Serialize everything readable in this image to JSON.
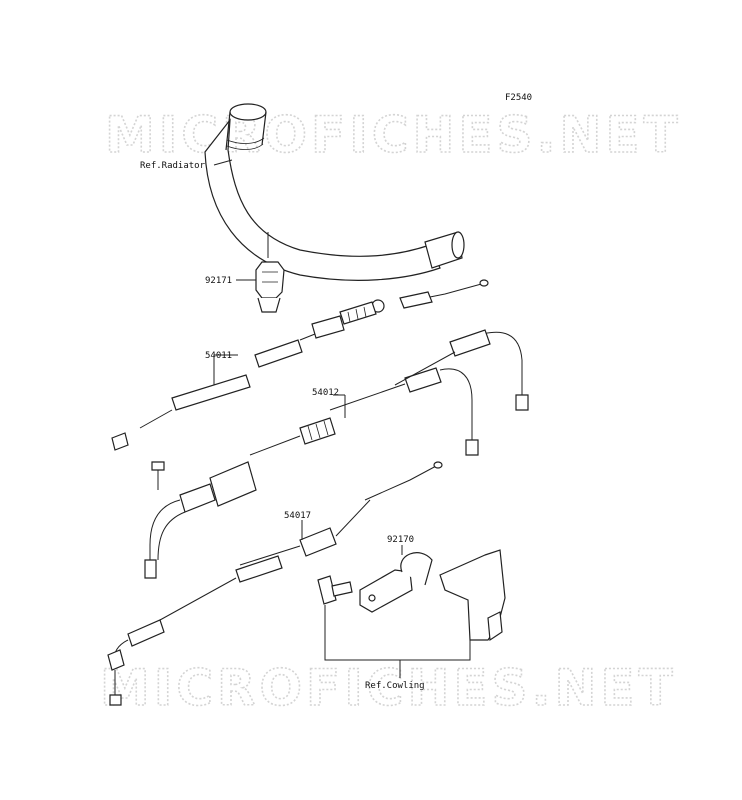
{
  "figure_code": "F2540",
  "watermark": "MICROFICHES.NET",
  "labels": {
    "ref_radiator": "Ref.Radiator",
    "p92171": "92171",
    "p54011": "54011",
    "p54012": "54012",
    "p54017": "54017",
    "p92170": "92170",
    "ref_cowling": "Ref.Cowling"
  },
  "colors": {
    "line": "#222222",
    "watermark": "#d4d4d4",
    "background": "#ffffff"
  }
}
